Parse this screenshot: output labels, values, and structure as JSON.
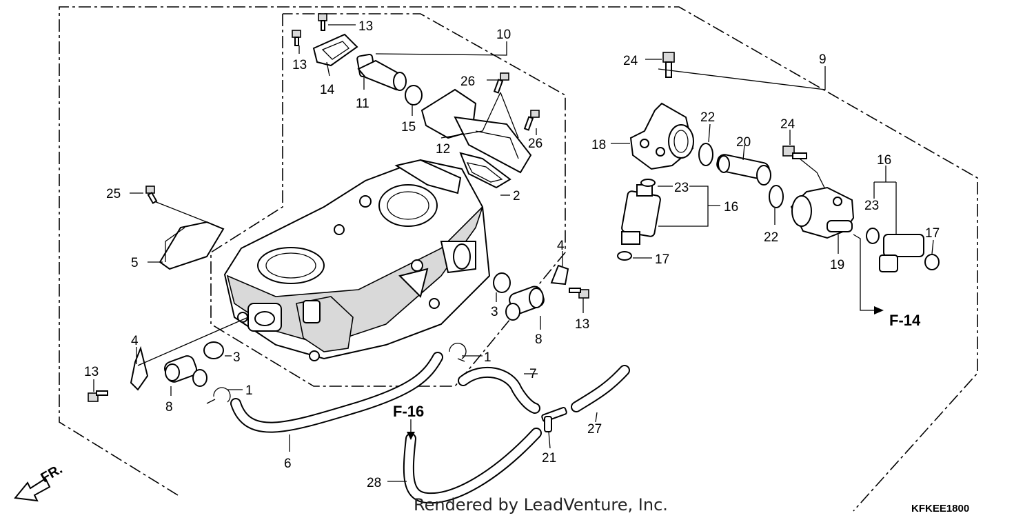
{
  "callouts": [
    {
      "id": "c13a",
      "label": "13"
    },
    {
      "id": "c13b",
      "label": "13"
    },
    {
      "id": "c10",
      "label": "10"
    },
    {
      "id": "c14",
      "label": "14"
    },
    {
      "id": "c11",
      "label": "11"
    },
    {
      "id": "c26a",
      "label": "26"
    },
    {
      "id": "c15",
      "label": "15"
    },
    {
      "id": "c12",
      "label": "12"
    },
    {
      "id": "c26b",
      "label": "26"
    },
    {
      "id": "c2",
      "label": "2"
    },
    {
      "id": "c25",
      "label": "25"
    },
    {
      "id": "c5",
      "label": "5"
    },
    {
      "id": "c4a",
      "label": "4"
    },
    {
      "id": "c3a",
      "label": "3"
    },
    {
      "id": "c8a",
      "label": "8"
    },
    {
      "id": "c13c",
      "label": "13"
    },
    {
      "id": "c1a",
      "label": "1"
    },
    {
      "id": "c4b",
      "label": "4"
    },
    {
      "id": "c13d",
      "label": "13"
    },
    {
      "id": "c8b",
      "label": "8"
    },
    {
      "id": "c3b",
      "label": "3"
    },
    {
      "id": "c1b",
      "label": "1"
    },
    {
      "id": "c7",
      "label": "7"
    },
    {
      "id": "c6",
      "label": "6"
    },
    {
      "id": "c27",
      "label": "27"
    },
    {
      "id": "c21",
      "label": "21"
    },
    {
      "id": "c28",
      "label": "28"
    },
    {
      "id": "c24a",
      "label": "24"
    },
    {
      "id": "c9",
      "label": "9"
    },
    {
      "id": "c22a",
      "label": "22"
    },
    {
      "id": "c18",
      "label": "18"
    },
    {
      "id": "c20",
      "label": "20"
    },
    {
      "id": "c24b",
      "label": "24"
    },
    {
      "id": "c23a",
      "label": "23"
    },
    {
      "id": "c16a",
      "label": "16"
    },
    {
      "id": "c16b",
      "label": "16"
    },
    {
      "id": "c23b",
      "label": "23"
    },
    {
      "id": "c22b",
      "label": "22"
    },
    {
      "id": "c17a",
      "label": "17"
    },
    {
      "id": "c17b",
      "label": "17"
    },
    {
      "id": "c19",
      "label": "19"
    }
  ],
  "refs": {
    "f14": "F-14",
    "f16": "F-16"
  },
  "direction": {
    "label": "FR."
  },
  "watermark": "Rendered by LeadVenture, Inc.",
  "diagram_code": "KFKEE1800"
}
